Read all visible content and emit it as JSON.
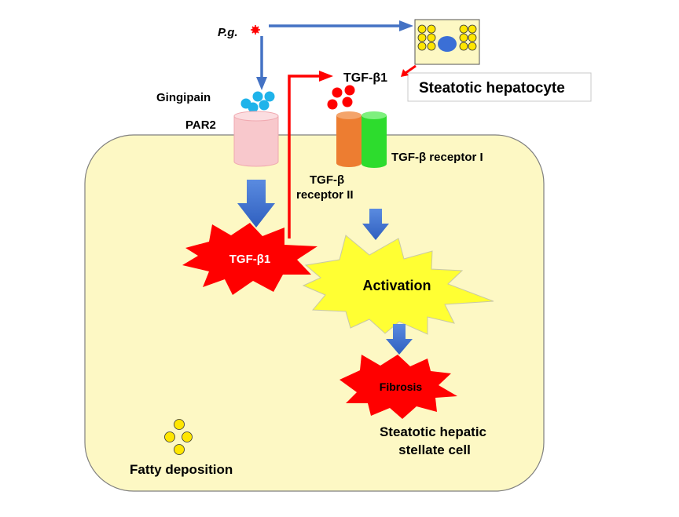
{
  "labels": {
    "pg": "P.g.",
    "gingipain": "Gingipain",
    "par2": "PAR2",
    "tgf_b1_top": "TGF-β1",
    "steatotic_hepatocyte": "Steatotic hepatocyte",
    "tgf_b_receptor_1": "TGF-β receptor I",
    "tgf_b_receptor_2_line1": "TGF-β",
    "tgf_b_receptor_2_line2": "receptor II",
    "tgf_b1_burst": "TGF-β1",
    "activation": "Activation",
    "fibrosis": "Fibrosis",
    "cell_name_line1": "Steatotic hepatic",
    "cell_name_line2": "stellate cell",
    "fatty_deposition": "Fatty deposition"
  },
  "colors": {
    "cell_fill": "#fdf8c4",
    "arrow_blue": "#4472c4",
    "signal_red": "#ff0000",
    "gingipain_dot": "#1fb3ea",
    "par2_pink": "#f8c8cc",
    "receptor_ii_orange": "#ed7d31",
    "receptor_i_green": "#2ddc2d",
    "lipid_yellow": "#ffe600",
    "nucleus_blue": "#3b6fd6",
    "activation_burst": "#ffff33",
    "burst_red": "#ff0000"
  },
  "icons": [
    "pg-bacterium-icon",
    "nucleus-icon",
    "lipid-droplet-icon"
  ]
}
